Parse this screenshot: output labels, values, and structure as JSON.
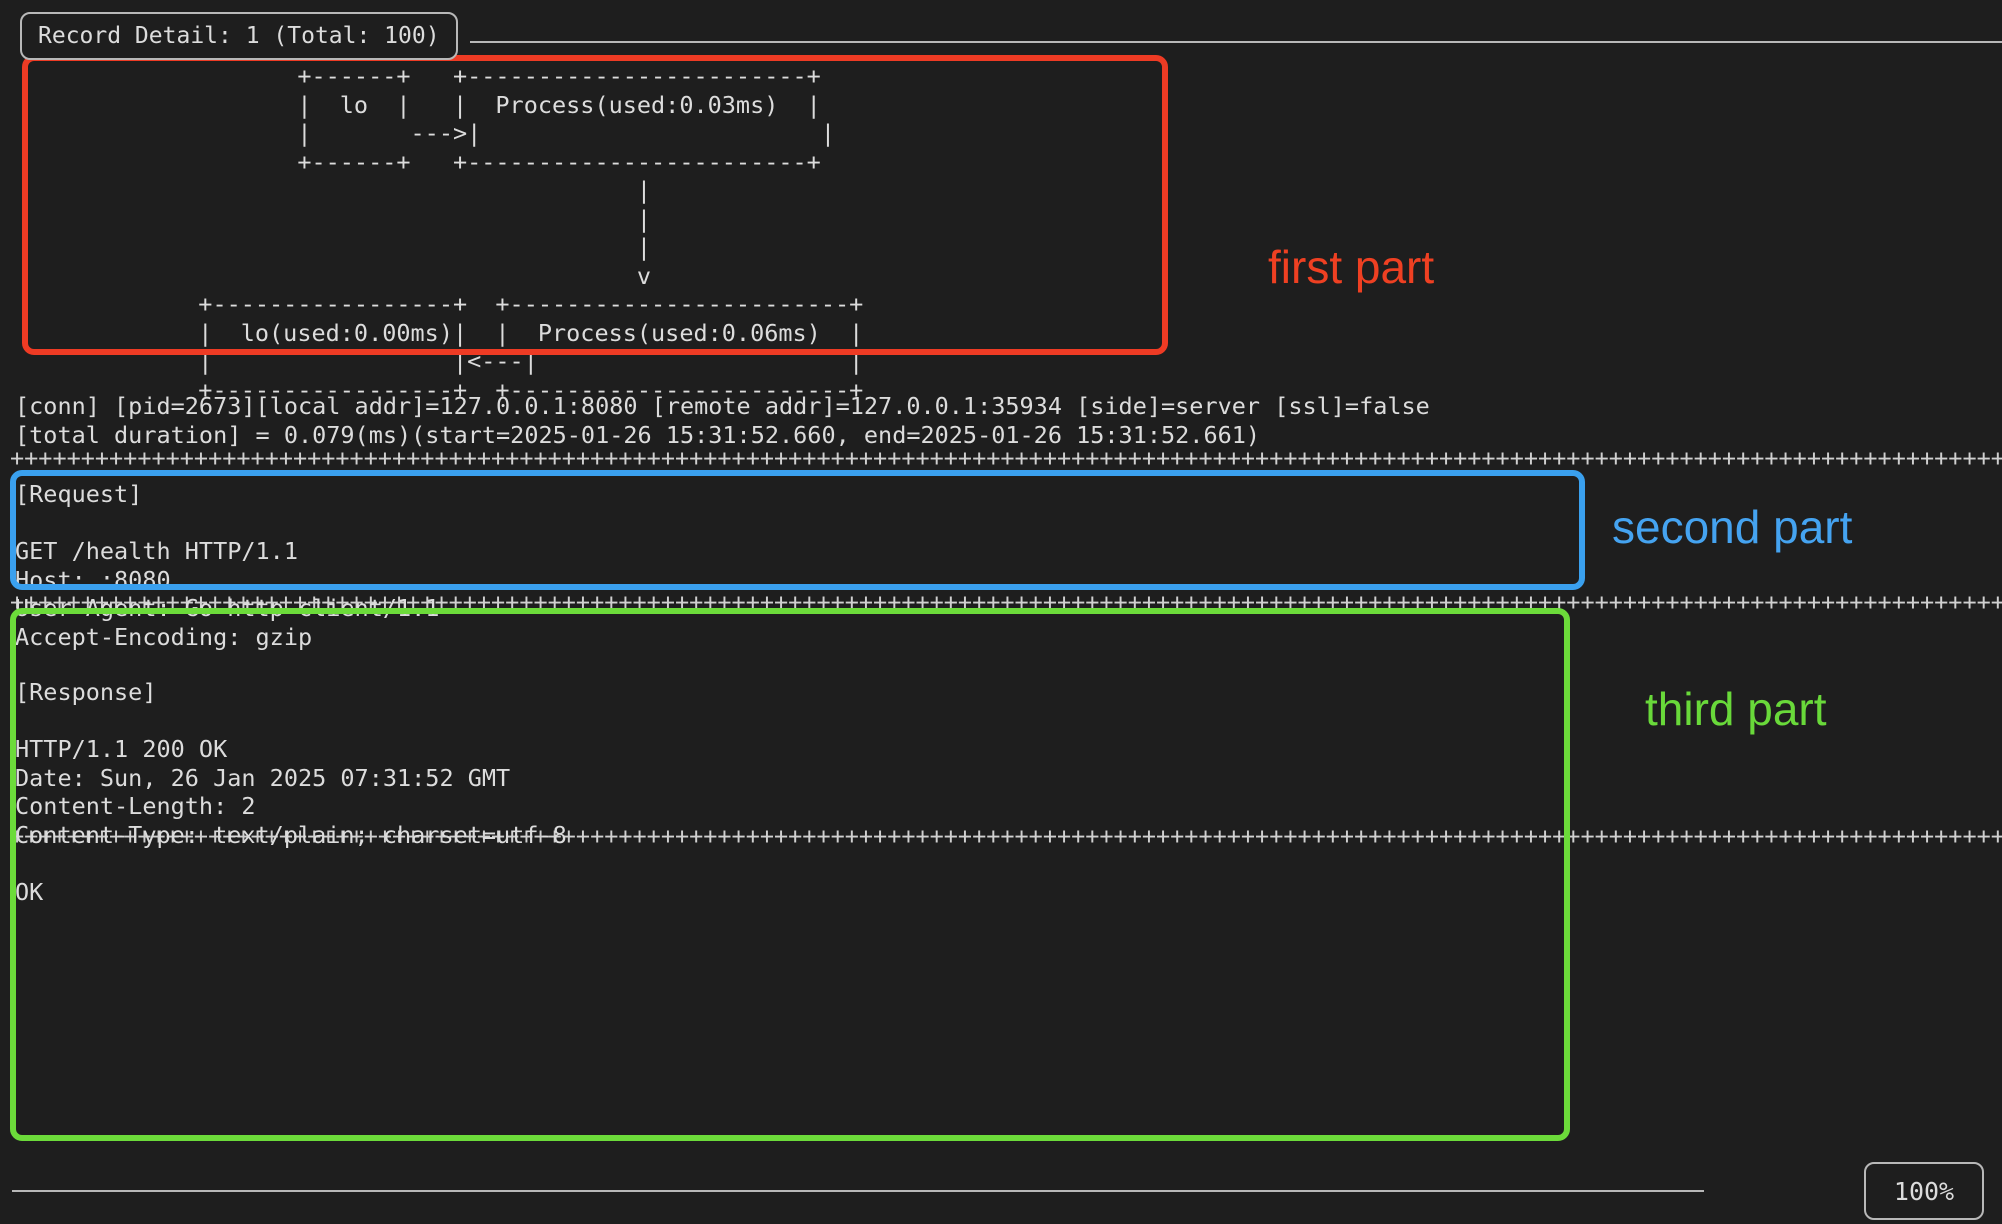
{
  "window": {
    "title": "Record Detail: 1 (Total: 100)",
    "zoom_level": "100%",
    "background_color": "#1e1e1e",
    "text_color": "#dcdcdc",
    "border_color": "#b8b8b8"
  },
  "first_part": {
    "label": "first part",
    "color": "#ef4022",
    "ascii_diagram": "+------+   +------------------------+\n|  lo  |   |  Process(used:0.03ms)  |\n|       ---->|                        |\n+------+   +------------------------+\n                        |\n                        |\n                        |\n                        v\n+-----------------+   +------------------------+\n|  lo(used:0.00ms)|   |  Process(used:0.06ms)  |\n|                 |<---|                        |\n+-----------------+   +------------------------+",
    "nodes": [
      {
        "name": "lo",
        "used": ""
      },
      {
        "name": "Process",
        "used": "0.03ms"
      },
      {
        "name": "lo",
        "used": "0.00ms"
      },
      {
        "name": "Process",
        "used": "0.06ms"
      }
    ]
  },
  "second_part": {
    "label": "second part",
    "color": "#45a3f0",
    "separator": "+",
    "lines": [
      "[conn] [pid=2673][local addr]=127.0.0.1:8080 [remote addr]=127.0.0.1:35934 [side]=server [ssl]=false",
      "[total duration] = 0.079(ms)(start=2025-01-26 15:31:52.660, end=2025-01-26 15:31:52.661)"
    ],
    "fields": {
      "pid": "2673",
      "local_addr": "127.0.0.1:8080",
      "remote_addr": "127.0.0.1:35934",
      "side": "server",
      "ssl": "false",
      "total_duration_ms": "0.079",
      "start": "2025-01-26 15:31:52.660",
      "end": "2025-01-26 15:31:52.661"
    }
  },
  "third_part": {
    "label": "third part",
    "color": "#69d93a",
    "request": {
      "heading": "[Request]",
      "lines": [
        "GET /health HTTP/1.1",
        "Host: :8080",
        "User-Agent: Go-http-client/1.1",
        "Accept-Encoding: gzip"
      ]
    },
    "response": {
      "heading": "[Response]",
      "lines": [
        "HTTP/1.1 200 OK",
        "Date: Sun, 26 Jan 2025 07:31:52 GMT",
        "Content-Length: 2",
        "Content-Type: text/plain; charset=utf-8",
        "",
        "OK"
      ]
    }
  },
  "rendered": {
    "ascii_diagram_text": "         +------+   +------------------------+\n         |  lo  |   |  Process(used:0.03ms)  |\n         |       --->|                        |\n         +------+   +------------------------+\n                                 |\n                                 |\n                                 |\n                                 v\n  +-----------------+  +------------------------+\n  |  lo(used:0.00ms)|  |  Process(used:0.06ms)  |\n  |                 |<---|                      |\n  +-----------------+  +------------------------+",
    "conn_text": "[conn] [pid=2673][local addr]=127.0.0.1:8080 [remote addr]=127.0.0.1:35934 [side]=server [ssl]=false\n[total duration] = 0.079(ms)(start=2025-01-26 15:31:52.660, end=2025-01-26 15:31:52.661)",
    "request_text": "[Request]\n\nGET /health HTTP/1.1\nHost: :8080\nUser-Agent: Go-http-client/1.1\nAccept-Encoding: gzip",
    "response_text": "[Response]\n\nHTTP/1.1 200 OK\nDate: Sun, 26 Jan 2025 07:31:52 GMT\nContent-Length: 2\nContent-Type: text/plain; charset=utf-8\n\nOK",
    "separator_char": "+",
    "separator_repeat": 144
  }
}
